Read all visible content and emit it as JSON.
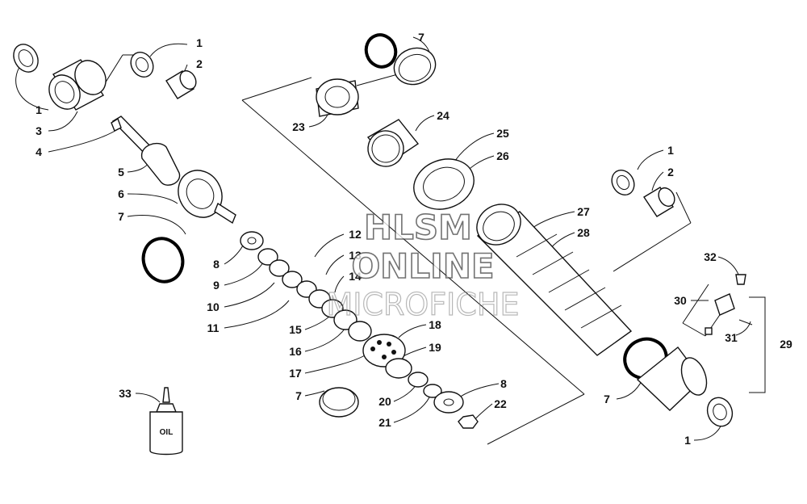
{
  "watermark": {
    "line1": "HLSM",
    "line2": "ONLINE",
    "line3": "MICROFICHE"
  },
  "bottle_label": "OIL",
  "callouts": [
    {
      "id": "c1a",
      "text": "1"
    },
    {
      "id": "c2a",
      "text": "2"
    },
    {
      "id": "c1b",
      "text": "1"
    },
    {
      "id": "c3",
      "text": "3"
    },
    {
      "id": "c4",
      "text": "4"
    },
    {
      "id": "c5",
      "text": "5"
    },
    {
      "id": "c6",
      "text": "6"
    },
    {
      "id": "c7a",
      "text": "7"
    },
    {
      "id": "c8a",
      "text": "8"
    },
    {
      "id": "c9",
      "text": "9"
    },
    {
      "id": "c10",
      "text": "10"
    },
    {
      "id": "c11",
      "text": "11"
    },
    {
      "id": "c12",
      "text": "12"
    },
    {
      "id": "c13",
      "text": "13"
    },
    {
      "id": "c14",
      "text": "14"
    },
    {
      "id": "c15",
      "text": "15"
    },
    {
      "id": "c16",
      "text": "16"
    },
    {
      "id": "c17",
      "text": "17"
    },
    {
      "id": "c18",
      "text": "18"
    },
    {
      "id": "c19",
      "text": "19"
    },
    {
      "id": "c20",
      "text": "20"
    },
    {
      "id": "c21",
      "text": "21"
    },
    {
      "id": "c22",
      "text": "22"
    },
    {
      "id": "c8b",
      "text": "8"
    },
    {
      "id": "c7b",
      "text": "7"
    },
    {
      "id": "c7c",
      "text": "7"
    },
    {
      "id": "c23",
      "text": "23"
    },
    {
      "id": "c24",
      "text": "24"
    },
    {
      "id": "c25",
      "text": "25"
    },
    {
      "id": "c26",
      "text": "26"
    },
    {
      "id": "c27",
      "text": "27"
    },
    {
      "id": "c28",
      "text": "28"
    },
    {
      "id": "c1c",
      "text": "1"
    },
    {
      "id": "c2b",
      "text": "2"
    },
    {
      "id": "c32",
      "text": "32"
    },
    {
      "id": "c30",
      "text": "30"
    },
    {
      "id": "c31",
      "text": "31"
    },
    {
      "id": "c29",
      "text": "29"
    },
    {
      "id": "c7d",
      "text": "7"
    },
    {
      "id": "c1d",
      "text": "1"
    },
    {
      "id": "c33",
      "text": "33"
    }
  ]
}
